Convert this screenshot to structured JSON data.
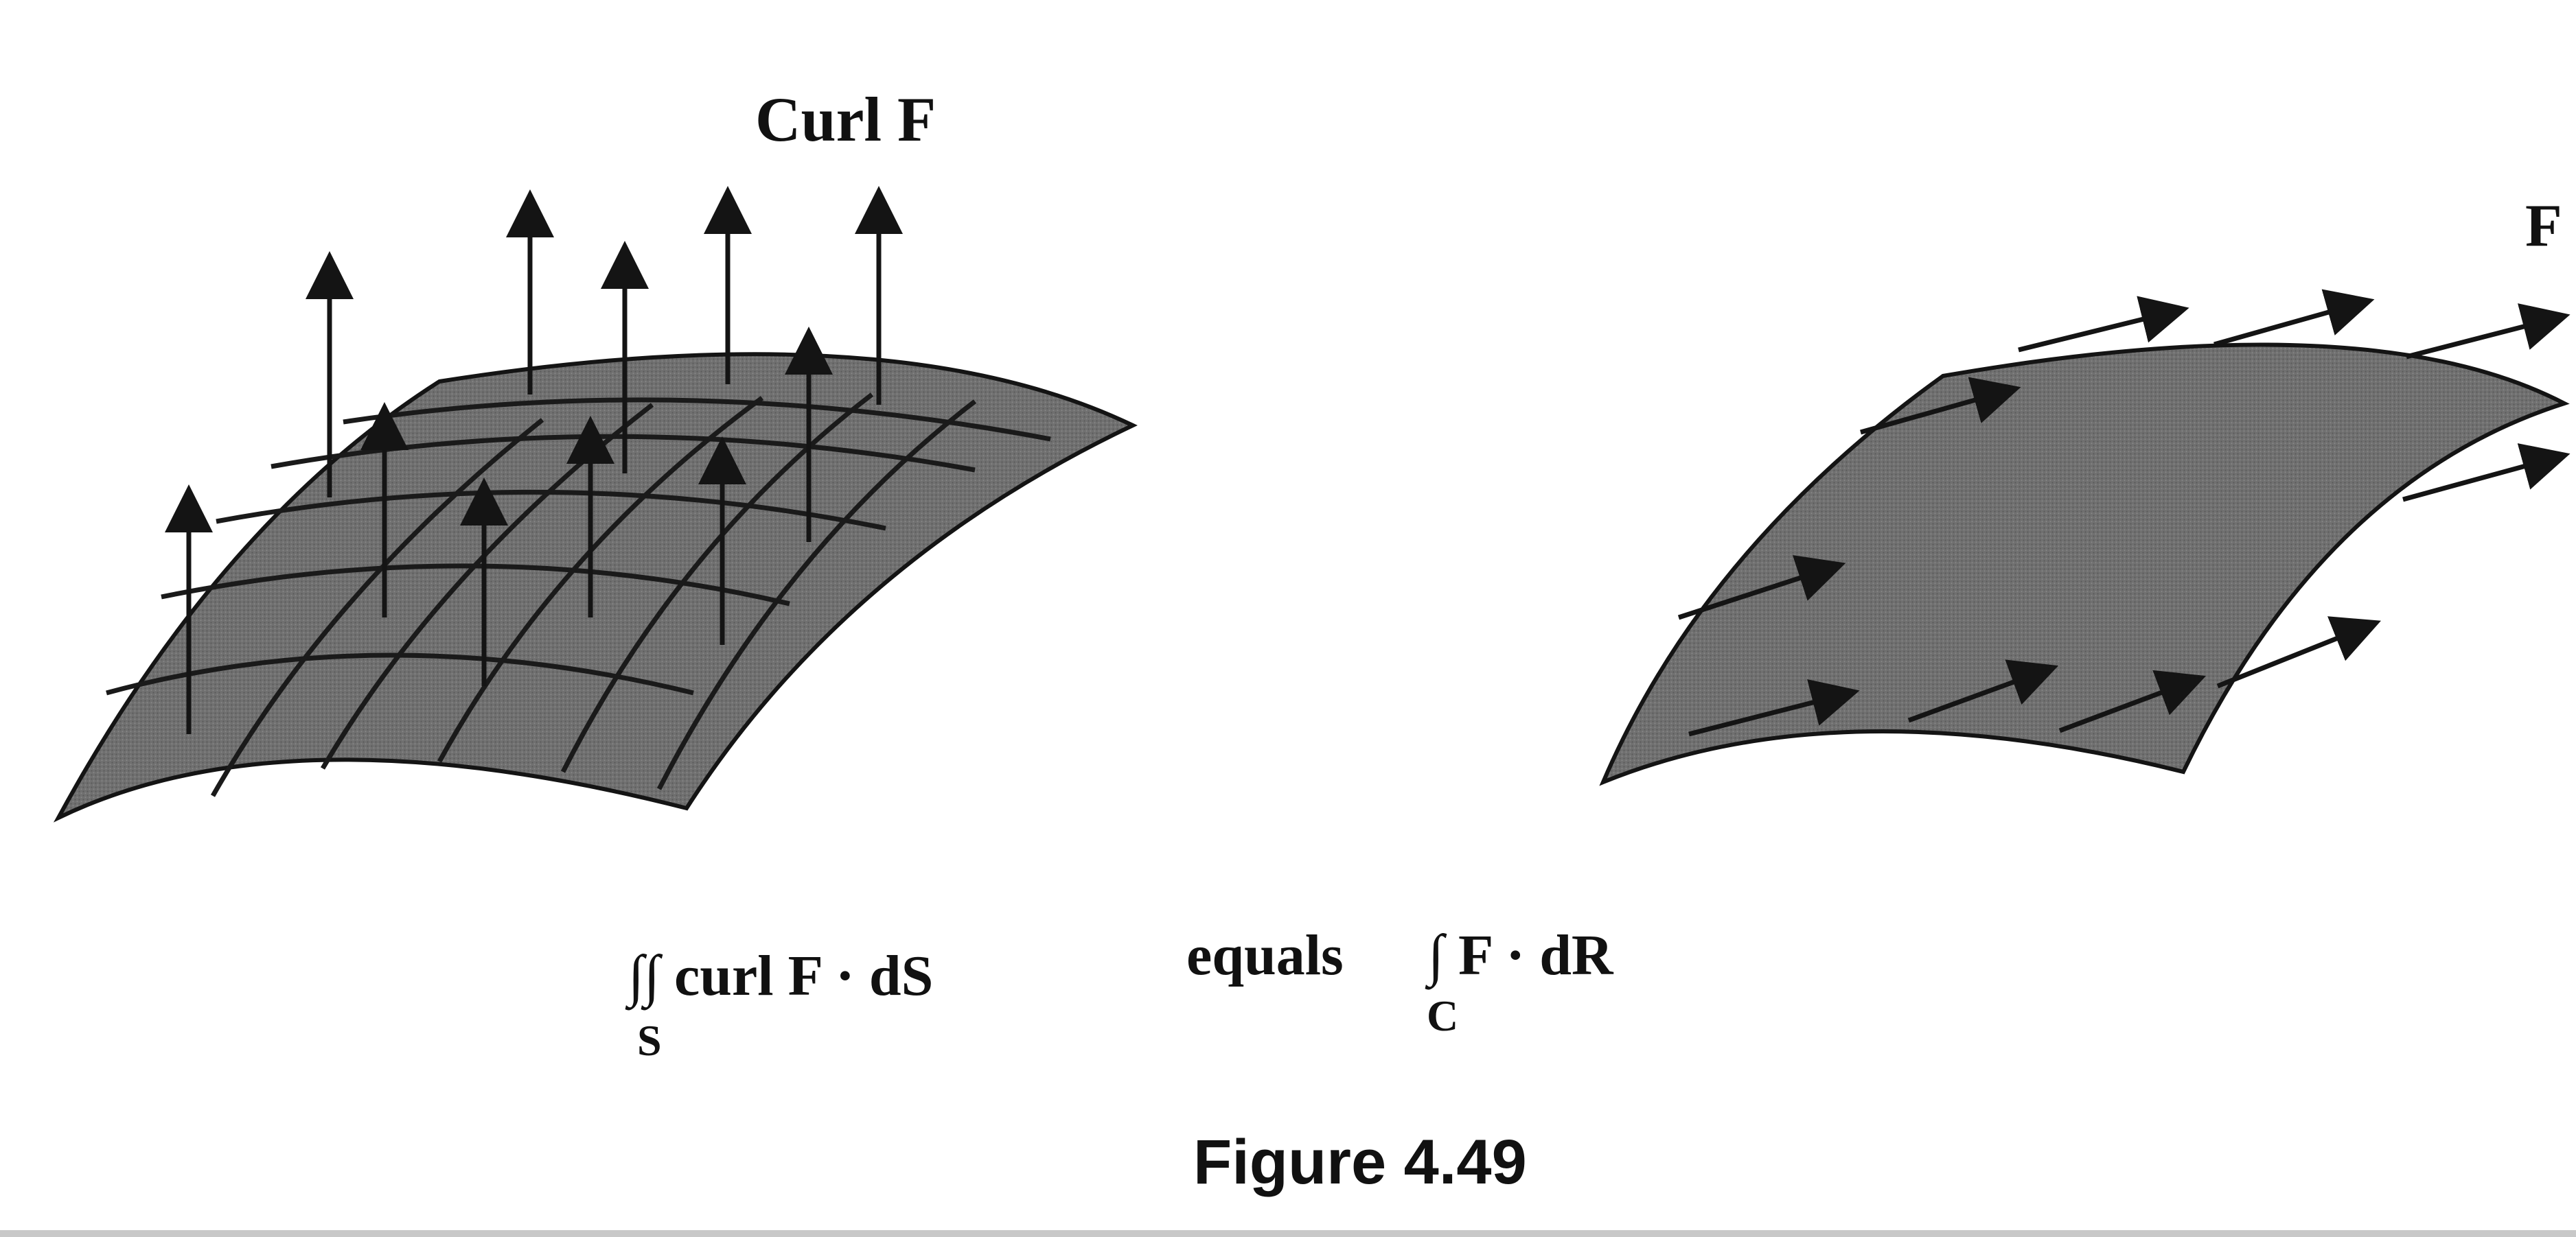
{
  "left_figure": {
    "label": "Curl F"
  },
  "right_figure": {
    "label": "F"
  },
  "equation": {
    "surface_integral": "∫∫ curl F · dS",
    "surface_subscript": "S",
    "connector": "equals",
    "line_integral": "∫ F · dR",
    "line_subscript": "C"
  },
  "caption": "Figure 4.49",
  "colors": {
    "surface_fill": "#6e6e6e",
    "ink": "#141414",
    "background": "#ffffff"
  }
}
